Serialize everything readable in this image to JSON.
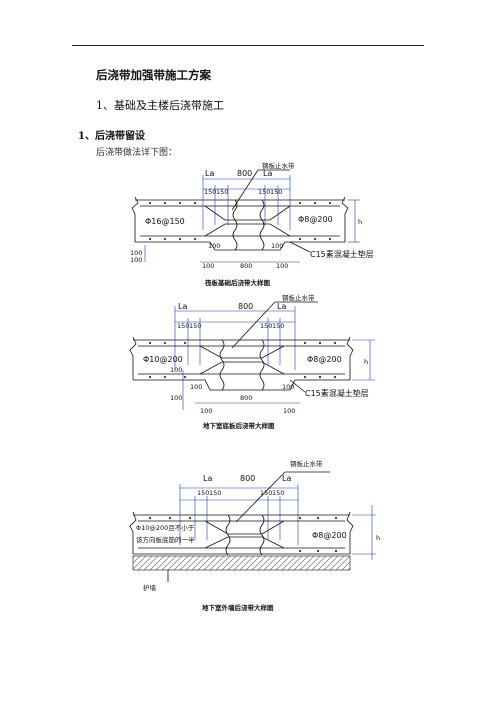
{
  "document": {
    "title": "后浇带加强带施工方案",
    "section": "1、基础及主楼后浇带施工",
    "subsection": "1、后浇带留设",
    "paragraph": "后浇带做法详下图："
  },
  "figures": [
    {
      "caption": "筏板基础后浇带大样图",
      "labels": {
        "water_stop": "钢板止水带",
        "la_left": "La",
        "la_right": "La",
        "width_800_top": "800",
        "dim_150a": "150",
        "dim_150b": "150",
        "dim_150c": "150",
        "dim_150d": "150",
        "rebar_left": "Φ16@150",
        "rebar_right": "Φ8@200",
        "cushion": "C15素混凝土垫层",
        "dim_100_a": "100",
        "dim_100_b": "100",
        "dim_100_c": "100",
        "dim_800_bottom": "800",
        "dim_100_d": "100",
        "dim_100_side": "100",
        "dim_100_side2": "100",
        "h": "h"
      }
    },
    {
      "caption": "地下室底板后浇带大样图",
      "labels": {
        "water_stop": "钢板止水带",
        "la_left": "La",
        "la_right": "La",
        "width_800_top": "800",
        "dim_150a": "150",
        "dim_150b": "150",
        "dim_150c": "150",
        "dim_150d": "150",
        "rebar_left": "Φ10@200",
        "rebar_right": "Φ8@200",
        "cushion": "C15素混凝土垫层",
        "dim_100_a": "100",
        "dim_100_b": "100",
        "dim_100_c": "100",
        "dim_800_bottom": "800",
        "dim_100_d": "100",
        "dim_100_side": "100",
        "dim_100_side2": "100",
        "h": "h"
      }
    },
    {
      "caption": "地下室外墙后浇带大样图",
      "labels": {
        "water_stop": "钢板止水带",
        "la_left": "La",
        "la_right": "La",
        "width_800_top": "800",
        "dim_150a": "150",
        "dim_150b": "150",
        "dim_150c": "150",
        "dim_150d": "150",
        "rebar_left_1": "Φ10@200且不小于",
        "rebar_left_2": "该方向板底筋的一半",
        "rebar_right": "Φ8@200",
        "protect_wall": "护墙",
        "h": "h"
      }
    }
  ]
}
